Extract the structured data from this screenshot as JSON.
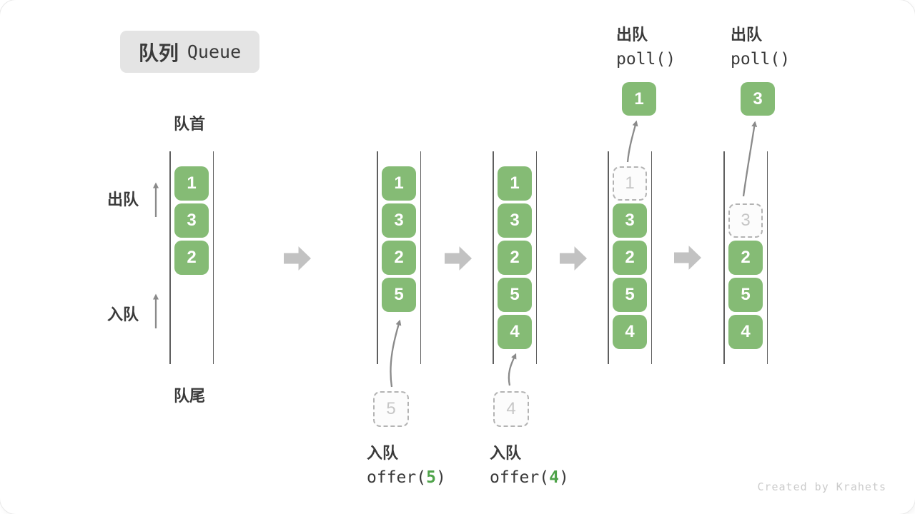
{
  "title": {
    "zh": "队列",
    "en": "Queue"
  },
  "labels": {
    "front": "队首",
    "rear": "队尾",
    "dequeue_side": "出队",
    "enqueue_side": "入队"
  },
  "queues": [
    {
      "name": "state-1",
      "slots": [
        {
          "slot": 0,
          "value": "1",
          "state": "filled"
        },
        {
          "slot": 1,
          "value": "3",
          "state": "filled"
        },
        {
          "slot": 2,
          "value": "2",
          "state": "filled"
        }
      ]
    },
    {
      "name": "state-2-after-offer-5",
      "pending_value": "5",
      "slots": [
        {
          "slot": 0,
          "value": "1",
          "state": "filled"
        },
        {
          "slot": 1,
          "value": "3",
          "state": "filled"
        },
        {
          "slot": 2,
          "value": "2",
          "state": "filled"
        },
        {
          "slot": 3,
          "value": "5",
          "state": "filled"
        }
      ]
    },
    {
      "name": "state-3-after-offer-4",
      "pending_value": "4",
      "slots": [
        {
          "slot": 0,
          "value": "1",
          "state": "filled"
        },
        {
          "slot": 1,
          "value": "3",
          "state": "filled"
        },
        {
          "slot": 2,
          "value": "2",
          "state": "filled"
        },
        {
          "slot": 3,
          "value": "5",
          "state": "filled"
        },
        {
          "slot": 4,
          "value": "4",
          "state": "filled"
        }
      ]
    },
    {
      "name": "state-4-after-poll-1",
      "result_value": "1",
      "slots": [
        {
          "slot": 0,
          "value": "1",
          "state": "ghost"
        },
        {
          "slot": 1,
          "value": "3",
          "state": "filled"
        },
        {
          "slot": 2,
          "value": "2",
          "state": "filled"
        },
        {
          "slot": 3,
          "value": "5",
          "state": "filled"
        },
        {
          "slot": 4,
          "value": "4",
          "state": "filled"
        }
      ]
    },
    {
      "name": "state-5-after-poll-3",
      "result_value": "3",
      "slots": [
        {
          "slot": 1,
          "value": "3",
          "state": "ghost"
        },
        {
          "slot": 2,
          "value": "2",
          "state": "filled"
        },
        {
          "slot": 3,
          "value": "5",
          "state": "filled"
        },
        {
          "slot": 4,
          "value": "4",
          "state": "filled"
        }
      ]
    }
  ],
  "operations": {
    "enqueue_1": {
      "label": "入队",
      "code_prefix": "offer(",
      "arg": "5",
      "code_suffix": ")"
    },
    "enqueue_2": {
      "label": "入队",
      "code_prefix": "offer(",
      "arg": "4",
      "code_suffix": ")"
    },
    "dequeue_1": {
      "label": "出队",
      "code": "poll()"
    },
    "dequeue_2": {
      "label": "出队",
      "code": "poll()"
    }
  },
  "watermark": "Created by Krahets",
  "colors": {
    "box_green": "#85bb75",
    "code_arg_green": "#4fa34a",
    "ghost_border": "#b3b3b3",
    "ghost_text": "#c6c6c6",
    "block_arrow_gray": "#c2c2c2",
    "thin_arrow_gray": "#8a8a8a",
    "label_dark": "#3a3a3a",
    "title_bg": "#e4e4e4"
  }
}
